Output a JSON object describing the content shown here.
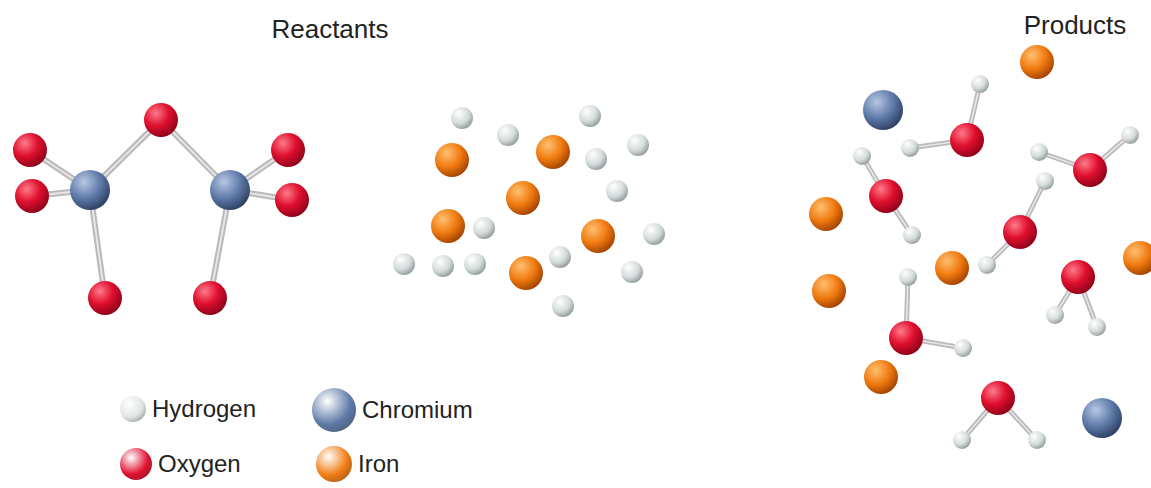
{
  "diagram": {
    "labels": [
      "Reactants",
      "Products"
    ],
    "legend": [
      {
        "text": "Hydrogen",
        "color": "#dfe3e3"
      },
      {
        "text": "Chromium",
        "color": "#5e7aa8"
      },
      {
        "text": "Oxygen",
        "color": "#e0102f"
      },
      {
        "text": "Iron",
        "color": "#f07a10"
      }
    ]
  }
}
